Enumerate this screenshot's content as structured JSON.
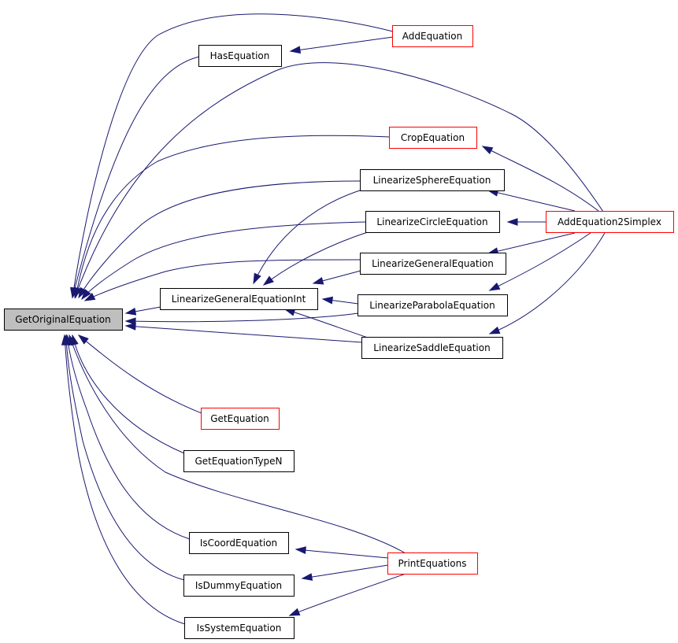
{
  "colors": {
    "edge": "#191970",
    "border_default": "#000000",
    "border_highlight": "#ff0000",
    "root_fill": "#bfbfbf"
  },
  "nodes": [
    {
      "id": "GetOriginalEquation",
      "label": "GetOriginalEquation",
      "style": "root"
    },
    {
      "id": "HasEquation",
      "label": "HasEquation",
      "style": "black"
    },
    {
      "id": "AddEquation",
      "label": "AddEquation",
      "style": "red"
    },
    {
      "id": "CropEquation",
      "label": "CropEquation",
      "style": "red"
    },
    {
      "id": "LinearizeSphereEquation",
      "label": "LinearizeSphereEquation",
      "style": "black"
    },
    {
      "id": "LinearizeCircleEquation",
      "label": "LinearizeCircleEquation",
      "style": "black"
    },
    {
      "id": "AddEquation2Simplex",
      "label": "AddEquation2Simplex",
      "style": "red"
    },
    {
      "id": "LinearizeGeneralEquation",
      "label": "LinearizeGeneralEquation",
      "style": "black"
    },
    {
      "id": "LinearizeGeneralEquationInt",
      "label": "LinearizeGeneralEquationInt",
      "style": "black"
    },
    {
      "id": "LinearizeParabolaEquation",
      "label": "LinearizeParabolaEquation",
      "style": "black"
    },
    {
      "id": "LinearizeSaddleEquation",
      "label": "LinearizeSaddleEquation",
      "style": "black"
    },
    {
      "id": "GetEquation",
      "label": "GetEquation",
      "style": "red"
    },
    {
      "id": "GetEquationTypeN",
      "label": "GetEquationTypeN",
      "style": "black"
    },
    {
      "id": "IsCoordEquation",
      "label": "IsCoordEquation",
      "style": "black"
    },
    {
      "id": "PrintEquations",
      "label": "PrintEquations",
      "style": "red"
    },
    {
      "id": "IsDummyEquation",
      "label": "IsDummyEquation",
      "style": "black"
    },
    {
      "id": "IsSystemEquation",
      "label": "IsSystemEquation",
      "style": "black"
    }
  ],
  "edges": [
    {
      "from": "AddEquation",
      "to": "HasEquation"
    },
    {
      "from": "AddEquation",
      "to": "GetOriginalEquation"
    },
    {
      "from": "HasEquation",
      "to": "GetOriginalEquation"
    },
    {
      "from": "AddEquation2Simplex",
      "to": "GetOriginalEquation"
    },
    {
      "from": "CropEquation",
      "to": "GetOriginalEquation"
    },
    {
      "from": "AddEquation2Simplex",
      "to": "CropEquation"
    },
    {
      "from": "LinearizeSphereEquation",
      "to": "GetOriginalEquation"
    },
    {
      "from": "AddEquation2Simplex",
      "to": "LinearizeSphereEquation"
    },
    {
      "from": "LinearizeSphereEquation",
      "to": "LinearizeGeneralEquationInt"
    },
    {
      "from": "LinearizeCircleEquation",
      "to": "GetOriginalEquation"
    },
    {
      "from": "AddEquation2Simplex",
      "to": "LinearizeCircleEquation"
    },
    {
      "from": "LinearizeCircleEquation",
      "to": "LinearizeGeneralEquationInt"
    },
    {
      "from": "LinearizeGeneralEquation",
      "to": "GetOriginalEquation"
    },
    {
      "from": "AddEquation2Simplex",
      "to": "LinearizeGeneralEquation"
    },
    {
      "from": "LinearizeGeneralEquation",
      "to": "LinearizeGeneralEquationInt"
    },
    {
      "from": "LinearizeGeneralEquationInt",
      "to": "GetOriginalEquation"
    },
    {
      "from": "LinearizeParabolaEquation",
      "to": "LinearizeGeneralEquationInt"
    },
    {
      "from": "LinearizeParabolaEquation",
      "to": "GetOriginalEquation"
    },
    {
      "from": "AddEquation2Simplex",
      "to": "LinearizeParabolaEquation"
    },
    {
      "from": "LinearizeSaddleEquation",
      "to": "LinearizeGeneralEquationInt"
    },
    {
      "from": "LinearizeSaddleEquation",
      "to": "GetOriginalEquation"
    },
    {
      "from": "AddEquation2Simplex",
      "to": "LinearizeSaddleEquation"
    },
    {
      "from": "GetEquation",
      "to": "GetOriginalEquation"
    },
    {
      "from": "GetEquationTypeN",
      "to": "GetOriginalEquation"
    },
    {
      "from": "IsCoordEquation",
      "to": "GetOriginalEquation"
    },
    {
      "from": "PrintEquations",
      "to": "IsCoordEquation"
    },
    {
      "from": "PrintEquations",
      "to": "GetOriginalEquation"
    },
    {
      "from": "IsDummyEquation",
      "to": "GetOriginalEquation"
    },
    {
      "from": "PrintEquations",
      "to": "IsDummyEquation"
    },
    {
      "from": "IsSystemEquation",
      "to": "GetOriginalEquation"
    },
    {
      "from": "PrintEquations",
      "to": "IsSystemEquation"
    }
  ]
}
